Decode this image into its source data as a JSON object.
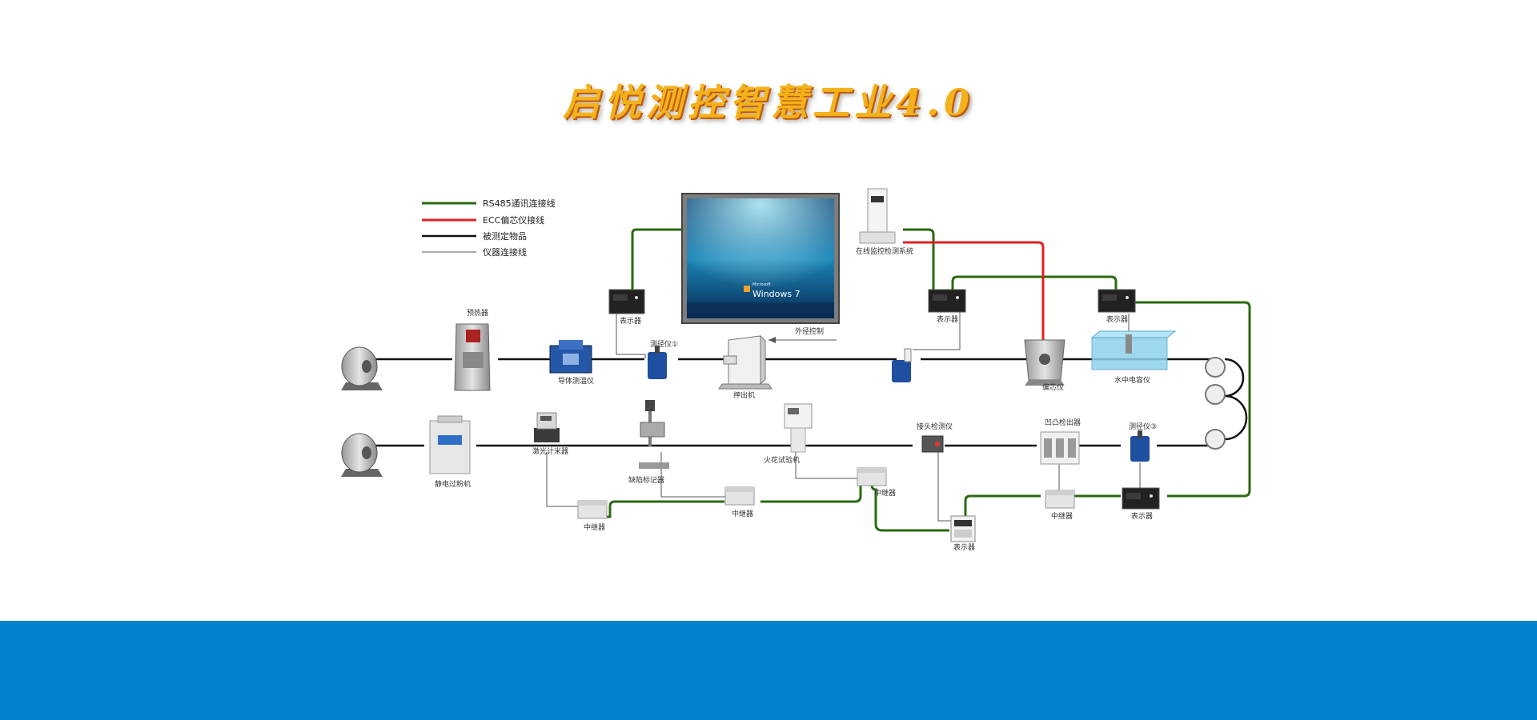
{
  "title": "启悦测控智慧工业4.0",
  "colors": {
    "rs485": "#2a6a12",
    "ecc": "#e02020",
    "product": "#111111",
    "instrument": "#555555",
    "footer": "#0083cc"
  },
  "legend": [
    {
      "label": "RS485通讯连接线",
      "color": "#2a6a12"
    },
    {
      "label": "ECC偏芯仪接线",
      "color": "#e02020"
    },
    {
      "label": "被测定物品",
      "color": "#111111"
    },
    {
      "label": "仪器连接线",
      "color": "#555555"
    }
  ],
  "screen": {
    "os": "Windows 7",
    "brand": "Microsoft"
  },
  "labels": {
    "preheater": "预热器",
    "conductor_tester": "导体测温仪",
    "diameter_1": "测径仪①",
    "extruder": "押出机",
    "external_control": "外径控制",
    "online_monitor": "在线监控检测系统",
    "eccentric": "偏芯仪",
    "water_capacitance": "水中电容仪",
    "display_1": "表示器",
    "display_2": "表示器",
    "display_3": "表示器",
    "display_4": "表示器",
    "display_5": "表示器",
    "static_machine": "静电过粉机",
    "laser_meter": "激光计米器",
    "defect_marker": "缺陷标记器",
    "spark_tester": "火花试验机",
    "joint_detector": "接头检测仪",
    "bump_detector": "凹凸检出器",
    "diameter_3": "测径仪③",
    "relay_1": "中继器",
    "relay_2": "中继器",
    "relay_3": "中继器",
    "relay_4": "中继器"
  }
}
